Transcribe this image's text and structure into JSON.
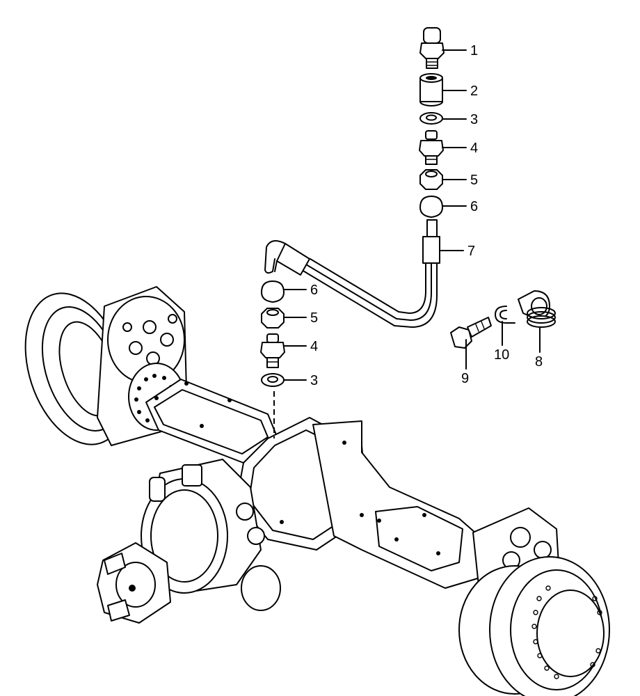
{
  "callouts": [
    {
      "id": "c1",
      "label": "1"
    },
    {
      "id": "c2",
      "label": "2"
    },
    {
      "id": "c3a",
      "label": "3"
    },
    {
      "id": "c4a",
      "label": "4"
    },
    {
      "id": "c5a",
      "label": "5"
    },
    {
      "id": "c6a",
      "label": "6"
    },
    {
      "id": "c7",
      "label": "7"
    },
    {
      "id": "c6b",
      "label": "6"
    },
    {
      "id": "c5b",
      "label": "5"
    },
    {
      "id": "c4b",
      "label": "4"
    },
    {
      "id": "c3b",
      "label": "3"
    },
    {
      "id": "c9",
      "label": "9"
    },
    {
      "id": "c10",
      "label": "10"
    },
    {
      "id": "c8",
      "label": "8"
    }
  ]
}
